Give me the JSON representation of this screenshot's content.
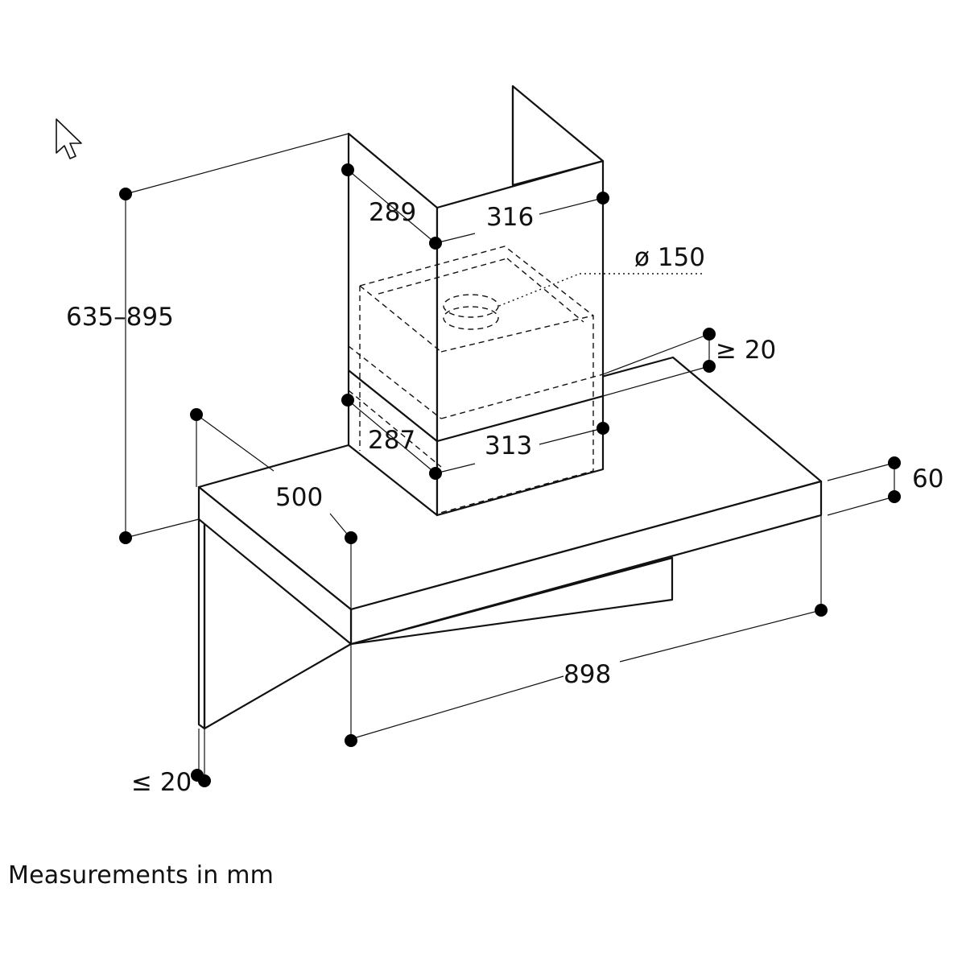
{
  "dimensions": {
    "chimney_height": "635–895",
    "upper_chimney_depth": "289",
    "upper_chimney_width": "316",
    "duct_diameter": "ø 150",
    "top_clearance": "≥ 20",
    "lower_chimney_depth": "287",
    "lower_chimney_width": "313",
    "canopy_depth": "500",
    "canopy_thickness": "60",
    "canopy_width": "898",
    "bottom_clearance": "≤ 20"
  },
  "caption": "Measurements in mm"
}
